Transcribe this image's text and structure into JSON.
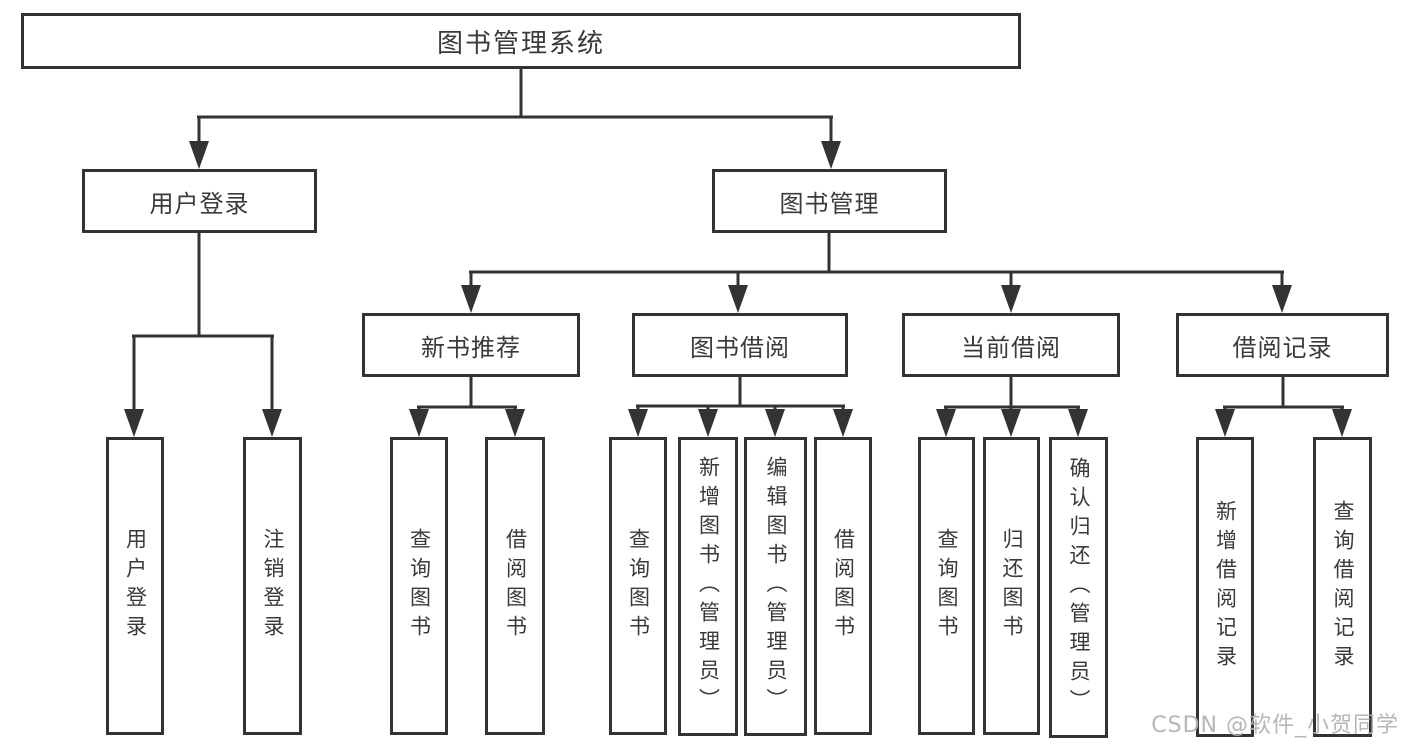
{
  "diagram": {
    "root": {
      "label": "图书管理系统"
    },
    "branches": [
      {
        "label": "用户登录",
        "children": [
          {
            "label": "用户登录"
          },
          {
            "label": "注销登录"
          }
        ]
      },
      {
        "label": "图书管理",
        "children": [
          {
            "label": "新书推荐",
            "children": [
              {
                "label": "查询图书"
              },
              {
                "label": "借阅图书"
              }
            ]
          },
          {
            "label": "图书借阅",
            "children": [
              {
                "label": "查询图书"
              },
              {
                "label": "新增图书（管理员）"
              },
              {
                "label": "编辑图书（管理员）"
              },
              {
                "label": "借阅图书"
              }
            ]
          },
          {
            "label": "当前借阅",
            "children": [
              {
                "label": "查询图书"
              },
              {
                "label": "归还图书"
              },
              {
                "label": "确认归还（管理员）"
              }
            ]
          },
          {
            "label": "借阅记录",
            "children": [
              {
                "label": "新增借阅记录"
              },
              {
                "label": "查询借阅记录"
              }
            ]
          }
        ]
      }
    ]
  },
  "watermark": {
    "text": "CSDN @软件_小贺同学"
  },
  "colors": {
    "line": "#333333",
    "text": "#3a3a3a",
    "background": "#ffffff",
    "watermark": "#b3b3b3"
  }
}
